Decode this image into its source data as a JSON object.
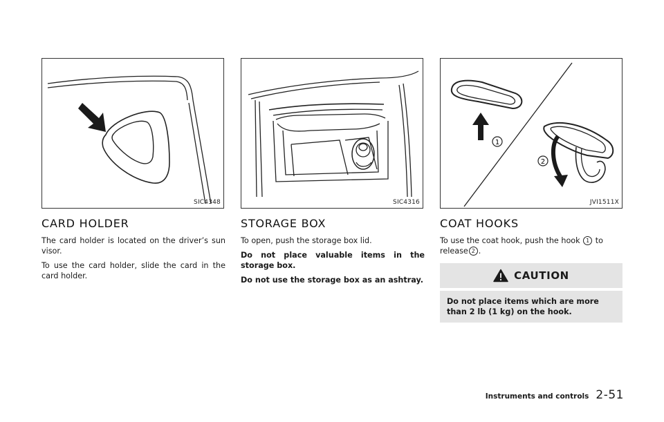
{
  "sections": [
    {
      "figure_code": "SIC4348",
      "heading": "CARD HOLDER",
      "paragraphs": [
        "The card holder is located on the driver’s sun visor.",
        "To use the card holder, slide the card in the card holder."
      ]
    },
    {
      "figure_code": "SIC4316",
      "heading": "STORAGE BOX",
      "paragraphs": [
        "To open, push the storage box lid."
      ],
      "warnings": [
        "Do not place valuable items in the storage box.",
        "Do not use the storage box as an ashtray."
      ]
    },
    {
      "figure_code": "JVI1511X",
      "heading": "COAT HOOKS",
      "text_before": "To use the coat hook, push the hook",
      "text_middle": "to release",
      "text_after": ".",
      "callouts": [
        "1",
        "2"
      ],
      "caution": {
        "label": "CAUTION",
        "icon": "warning-triangle-icon",
        "text": "Do not place items which are more than 2 lb (1 kg) on the hook."
      }
    }
  ],
  "footer": {
    "section_name": "Instruments and controls",
    "page_number": "2-51"
  }
}
